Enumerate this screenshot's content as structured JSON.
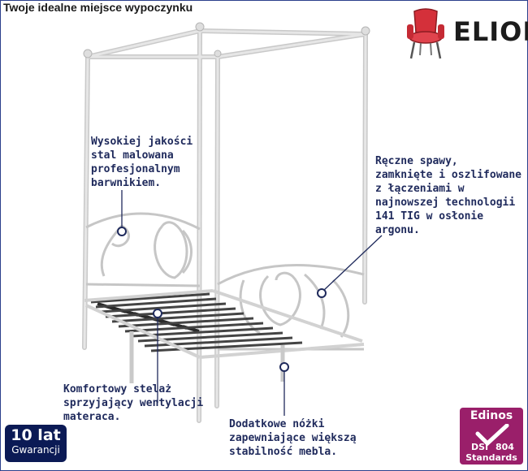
{
  "header": {
    "headline": "Twoje idealne miejsce wypoczynku"
  },
  "brand": {
    "name": "ELIOR",
    "logo_icon": "armchair-icon",
    "colors": {
      "chair": "#d4303a",
      "text": "#1c1c1c"
    }
  },
  "callouts": {
    "paint": "Wysokiej jakości\nstal malowana\nprofesjonalnym\nbarwnikiem.",
    "welds": "Ręczne spawy,\nzamknięte i oszlifowane\nz łączeniami w\nnajnowszej technologii\n141 TIG w osłonie\nargonu.",
    "slats": "Komfortowy stelaż\nsprzyjający wentylacji\nmateraca.",
    "legs": "Dodatkowe nóżki\nzapewniające większą\nstabilność mebla."
  },
  "badges": {
    "warranty_years": "10 lat",
    "warranty_label": "Gwarancji",
    "standard_brand": "Edinos",
    "standard_prefix": "DSI",
    "standard_number": "804",
    "standard_label": "Standards",
    "colors": {
      "warranty_bg": "#0b1a55",
      "standard_bg": "#9a1f6a",
      "callout_text": "#1f2a5c"
    }
  }
}
